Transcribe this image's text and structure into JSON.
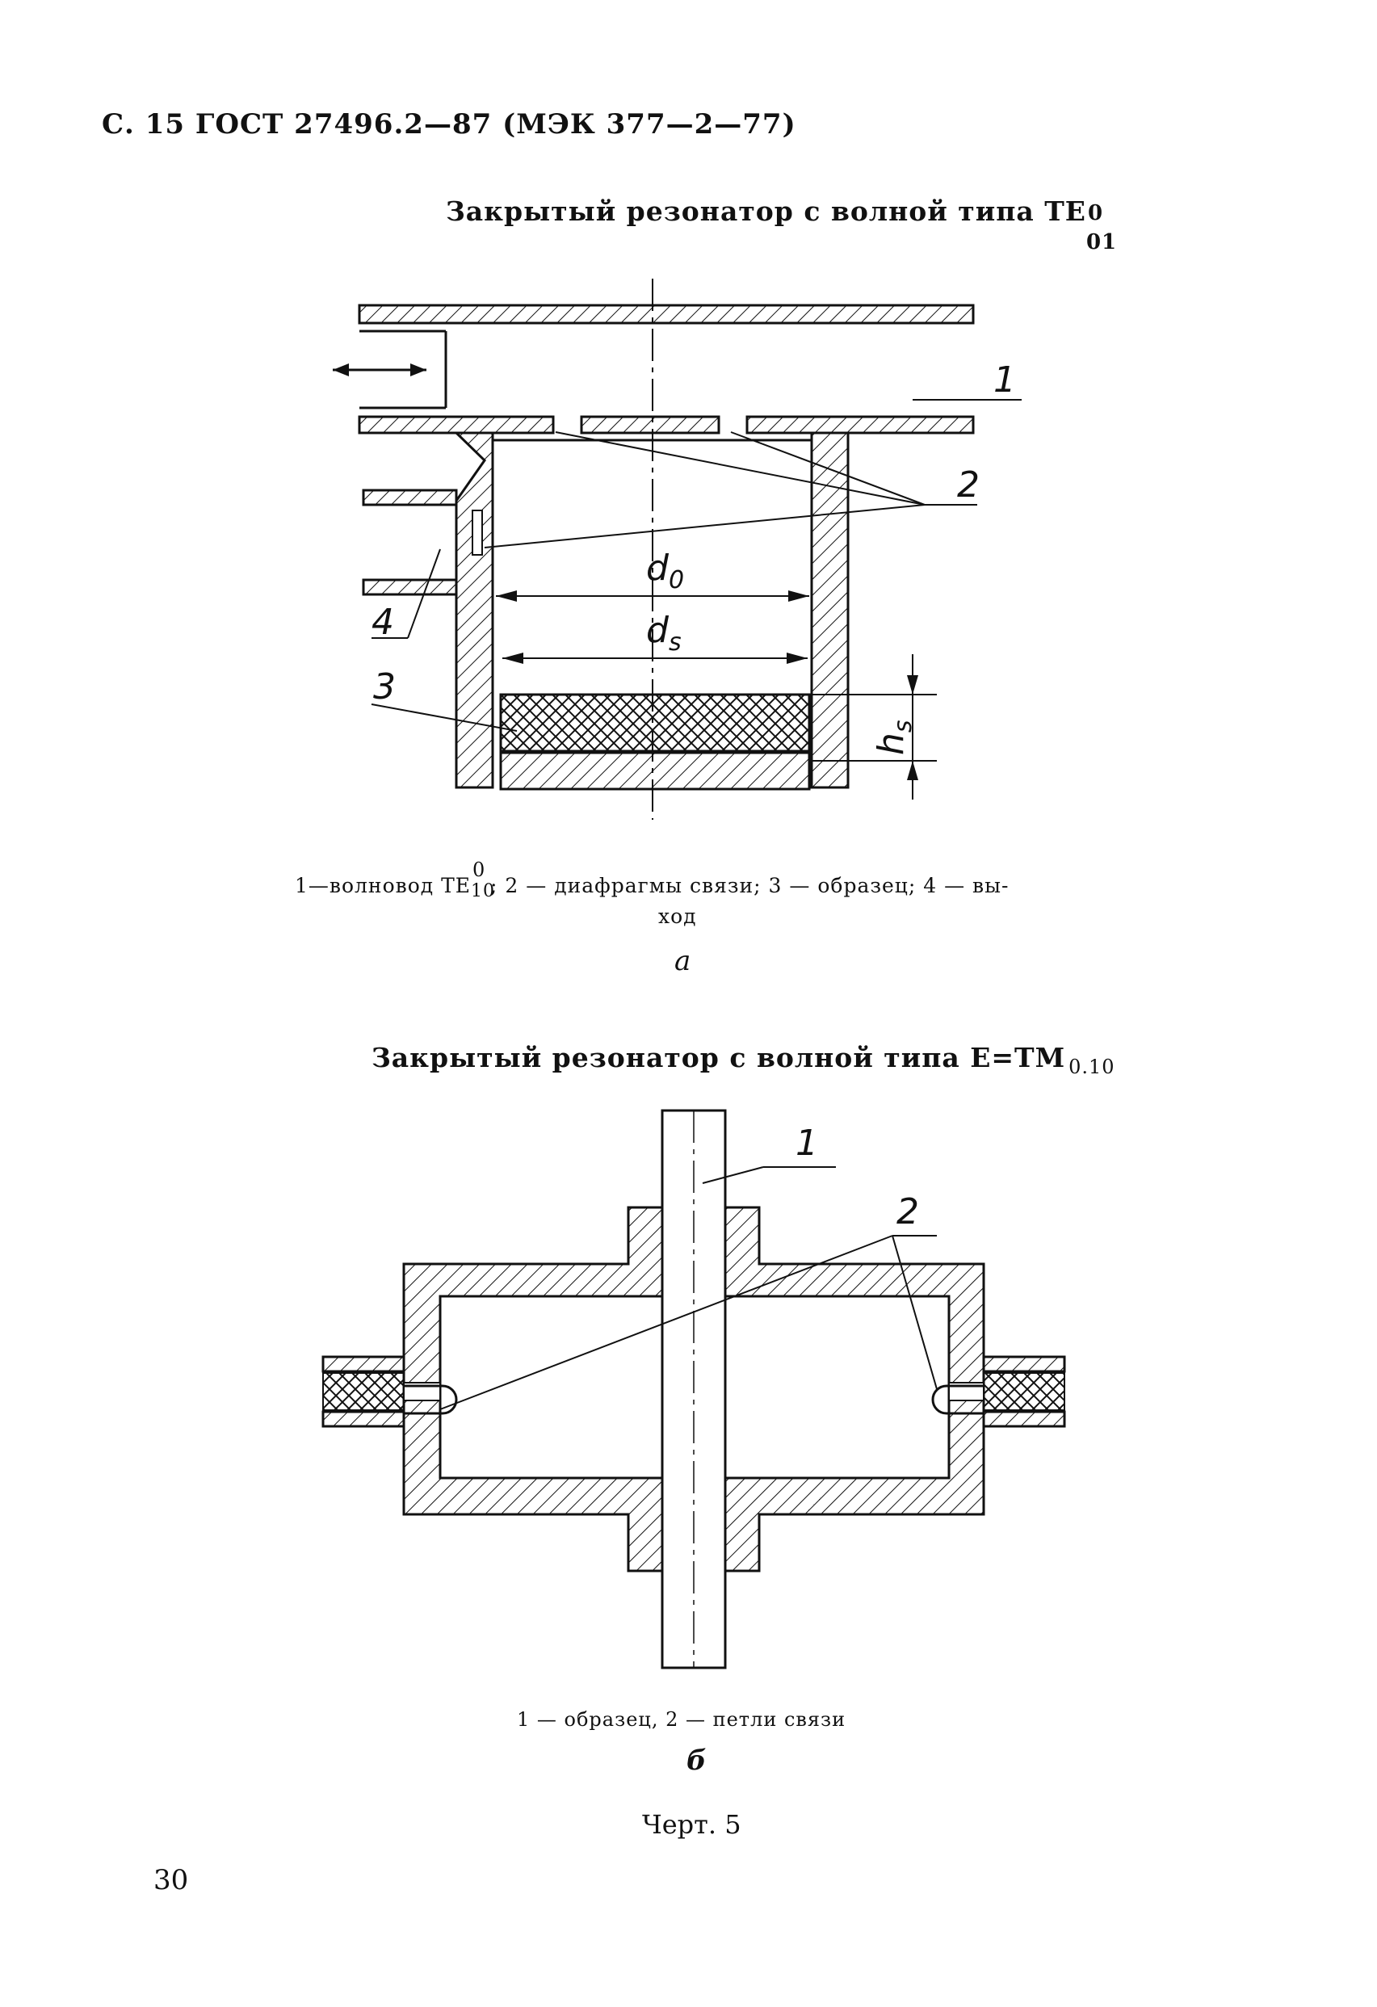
{
  "header": {
    "text": "С. 15 ГОСТ 27496.2—87 (МЭК 377—2—77)"
  },
  "figure_a": {
    "title_main": "Закрытый резонатор с волной типа TE",
    "title_sup": "0",
    "title_sub": "01",
    "labels": {
      "l1": "1",
      "l2": "2",
      "l3": "3",
      "l4": "4",
      "d0_main": "d",
      "d0_sub": "0",
      "ds_main": "d",
      "ds_sub": "s",
      "hs": "h",
      "hs_sub": "s"
    },
    "caption_line1_a": "1—волновод  TE",
    "caption_line1_sup": "0",
    "caption_line1_sub": "10",
    "caption_line1_b": "; 2 — диафрагмы связи; 3 — образец; 4 — вы-",
    "caption_line2": "ход",
    "letter": "а"
  },
  "figure_b": {
    "title_main": "Закрытый резонатор с волной типа E=TM",
    "title_sub": "0.10",
    "labels": {
      "l1": "1",
      "l2": "2"
    },
    "caption": "1 — образец,  2 — петли связи",
    "letter": "б"
  },
  "drawing_caption": "Черт. 5",
  "page_number": "30"
}
